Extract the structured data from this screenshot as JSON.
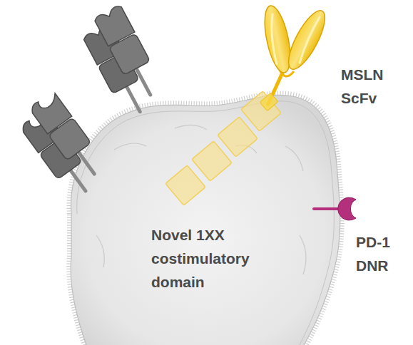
{
  "diagram": {
    "labels": [
      "MSLN ScFv",
      "Novel 1XX costimulatory domain",
      "PD-1 DNR"
    ]
  }
}
